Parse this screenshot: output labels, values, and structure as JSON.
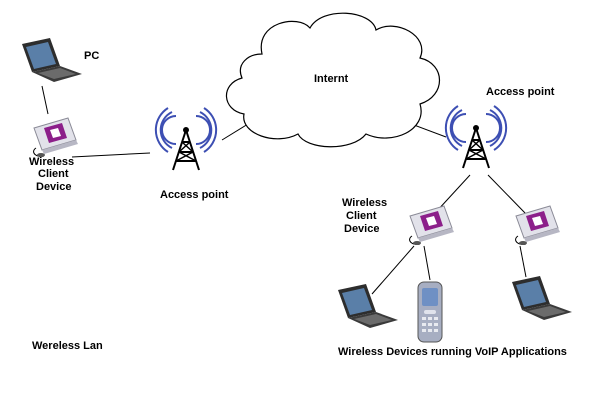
{
  "labels": {
    "pc": "PC",
    "internet": "Internt",
    "access_point_left": "Access point",
    "access_point_right": "Access point",
    "wireless_client_left": [
      "Wireless",
      "Client",
      "Device"
    ],
    "wireless_client_right": [
      "Wireless",
      "Client",
      "Device"
    ],
    "wireless_lan": "Wereless Lan",
    "voip_devices": "Wireless Devices running VoIP Applications"
  },
  "colors": {
    "cloud_fill": "#ffffff",
    "cloud_stroke": "#000000",
    "tower": "#000000",
    "signal": "#3d4fb3",
    "device_body": "#e2e2ea",
    "device_accent": "#8c1f8a",
    "laptop_body": "#2d2d2d",
    "laptop_screen": "#5a7fa8",
    "phone_body": "#a7aec2",
    "phone_screen": "#6f90c4"
  },
  "icons": {
    "pc": "laptop-icon",
    "access_point": "antenna-tower-icon",
    "wireless_client": "wireless-client-device-icon",
    "phone": "mobile-phone-icon",
    "internet": "cloud-icon"
  }
}
